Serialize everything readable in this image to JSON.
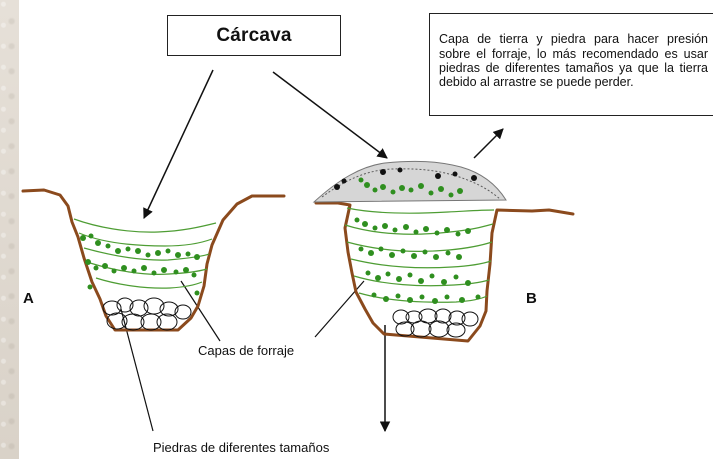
{
  "diagram": {
    "title": "Cárcava",
    "note": "Capa de tierra y piedra para hacer presión sobre el forraje, lo más recomendado es usar piedras de diferentes tamaños ya que la tierra debido al arrastre se puede perder.",
    "labels": {
      "section_a": "A",
      "section_b": "B",
      "forage_layers": "Capas de forraje",
      "stones": "Piedras de diferentes tamaños"
    },
    "colors": {
      "soil_outline": "#8b4a1d",
      "forage_layer_lines": "#4e9d34",
      "forage_dots": "#2f8f1f",
      "stone_outline": "#111111",
      "cap_gray": "#8a8a8a"
    }
  }
}
